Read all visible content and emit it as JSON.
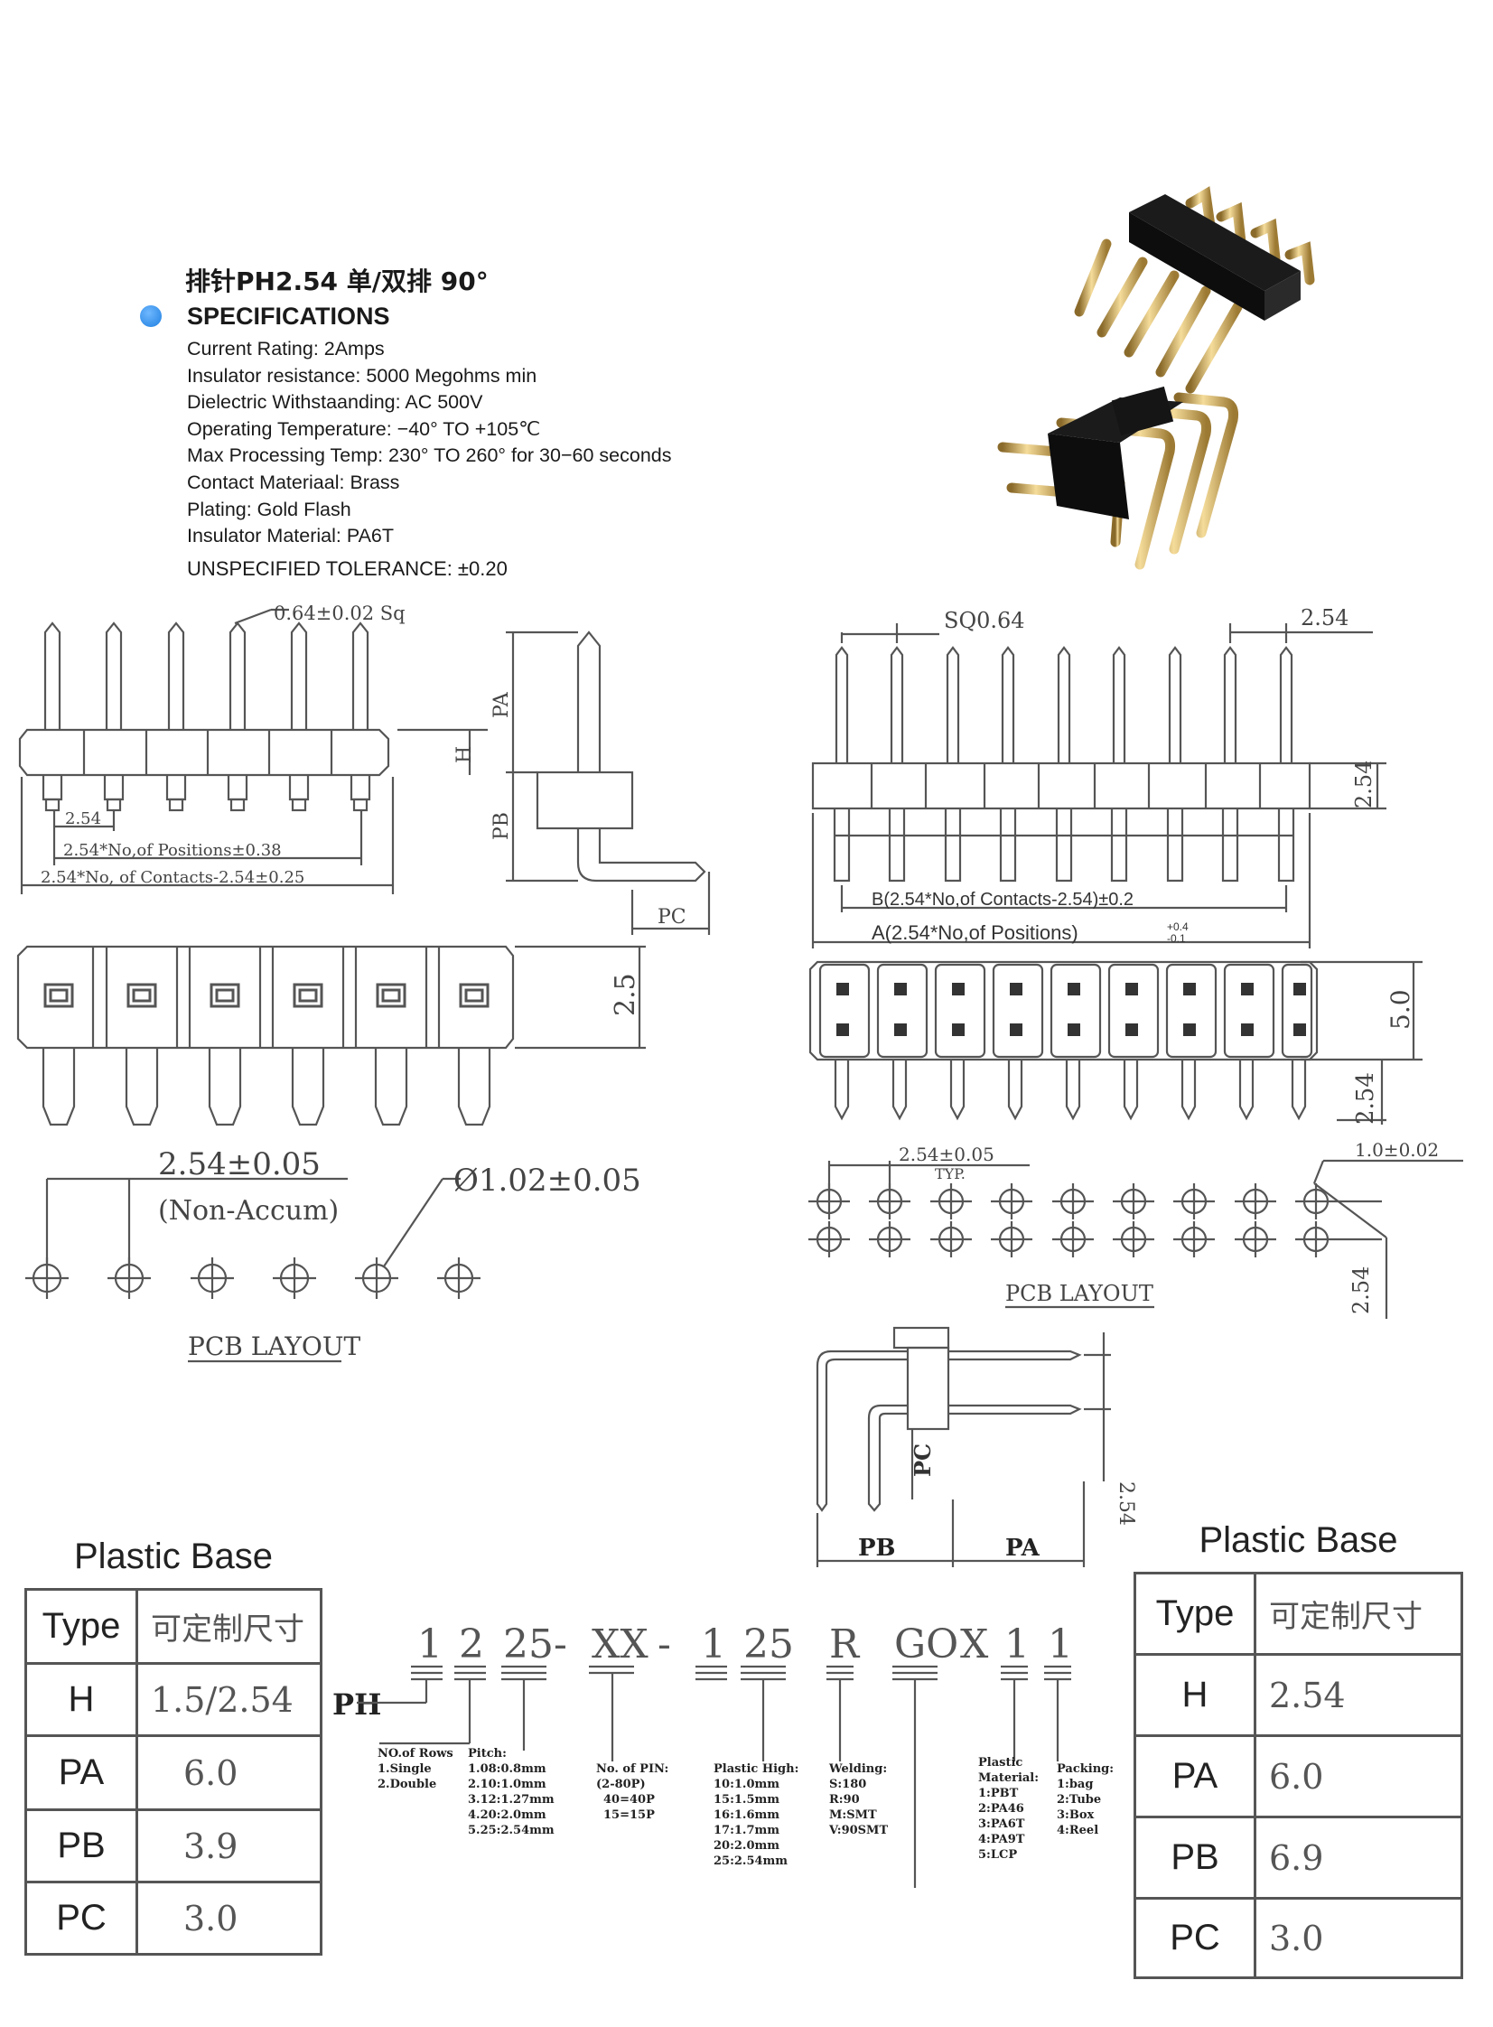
{
  "spec": {
    "title": "排针PH2.54 单/双排 90°",
    "heading": "SPECIFICATIONS",
    "items": [
      "Current Rating: 2Amps",
      "Insulator resistance: 5000 Megohms min",
      "Dielectric Withstaanding: AC 500V",
      "Operating Temperature: −40°  TO +105℃",
      "Max Processing Temp: 230°  TO 260°  for 30−60 seconds",
      "Contact Materiaal: Brass",
      "Plating: Gold Flash",
      "Insulator Material: PA6T"
    ],
    "tolerance": "UNSPECIFIED TOLERANCE: ±0.20"
  },
  "single_row": {
    "pin_sq": "0.64±0.02 Sq",
    "label_h": "H",
    "label_pa": "PA",
    "label_pb": "PB",
    "label_pc": "PC",
    "pitch": "2.54",
    "dim_positions": "2.54*No,of Positions±0.38",
    "dim_contacts": "2.54*No, of Contacts-2.54±0.25",
    "height": "2.5",
    "pitch_tol": "2.54±0.05",
    "non_accum": "(Non-Accum)",
    "hole_dia": "Ø1.02±0.05",
    "pcb_layout": "PCB LAYOUT"
  },
  "double_row": {
    "sq": "SQ0.64",
    "pitch": "2.54",
    "height": "2.54",
    "dim_b": "B(2.54*No,of Contacts-2.54)±0.2",
    "dim_a": "A(2.54*No,of Positions)",
    "dim_a_plus": "+0.4",
    "dim_a_minus": "-0.1",
    "row_pitch": "5.0",
    "tail_pitch": "2.54",
    "layout_pitch": "2.54±0.05",
    "typ": "TYP.",
    "hole": "1.0±0.02",
    "layout_row": "2.54",
    "pcb_layout": "PCB LAYOUT",
    "side_pc": "PC",
    "side_height": "2.54",
    "side_pb": "PB",
    "side_pa": "PA"
  },
  "table_left": {
    "caption": "Plastic Base",
    "header": [
      "Type",
      "可定制尺寸"
    ],
    "rows": [
      [
        "H",
        "1.5/2.54"
      ],
      [
        "PA",
        "6.0"
      ],
      [
        "PB",
        "3.9"
      ],
      [
        "PC",
        "3.0"
      ]
    ]
  },
  "table_right": {
    "caption": "Plastic Base",
    "header": [
      "Type",
      "可定制尺寸"
    ],
    "rows": [
      [
        "H",
        "2.54"
      ],
      [
        "PA",
        "6.0"
      ],
      [
        "PB",
        "6.9"
      ],
      [
        "PC",
        "3.0"
      ]
    ]
  },
  "part_code": {
    "prefix": "PH",
    "segments": [
      "1",
      "2",
      "25-",
      "XX",
      "-",
      "1",
      "25",
      "R",
      "GO",
      "X",
      "1",
      "1"
    ],
    "legends": [
      {
        "title": "NO.of Rows",
        "lines": [
          "1.Single",
          "2.Double"
        ]
      },
      {
        "title": "Pitch:",
        "lines": [
          "1.08:0.8mm",
          "2.10:1.0mm",
          "3.12:1.27mm",
          "4.20:2.0mm",
          "5.25:2.54mm"
        ]
      },
      {
        "title": "No. of PIN:",
        "lines": [
          "(2-80P)",
          "40=40P",
          "15=15P"
        ]
      },
      {
        "title": "Plastic High:",
        "lines": [
          "10:1.0mm",
          "15:1.5mm",
          "16:1.6mm",
          "17:1.7mm",
          "20:2.0mm",
          "25:2.54mm"
        ]
      },
      {
        "title": "Welding:",
        "lines": [
          "S:180",
          "R:90",
          "M:SMT",
          "V:90SMT"
        ]
      },
      {
        "title": "Plastic",
        "lines": [
          "Material:",
          "1:PBT",
          "2:PA46",
          "3:PA6T",
          "4:PA9T",
          "5:LCP"
        ]
      },
      {
        "title": "Packing:",
        "lines": [
          "1:bag",
          "2:Tube",
          "3:Box",
          "4:Reel"
        ]
      }
    ]
  }
}
